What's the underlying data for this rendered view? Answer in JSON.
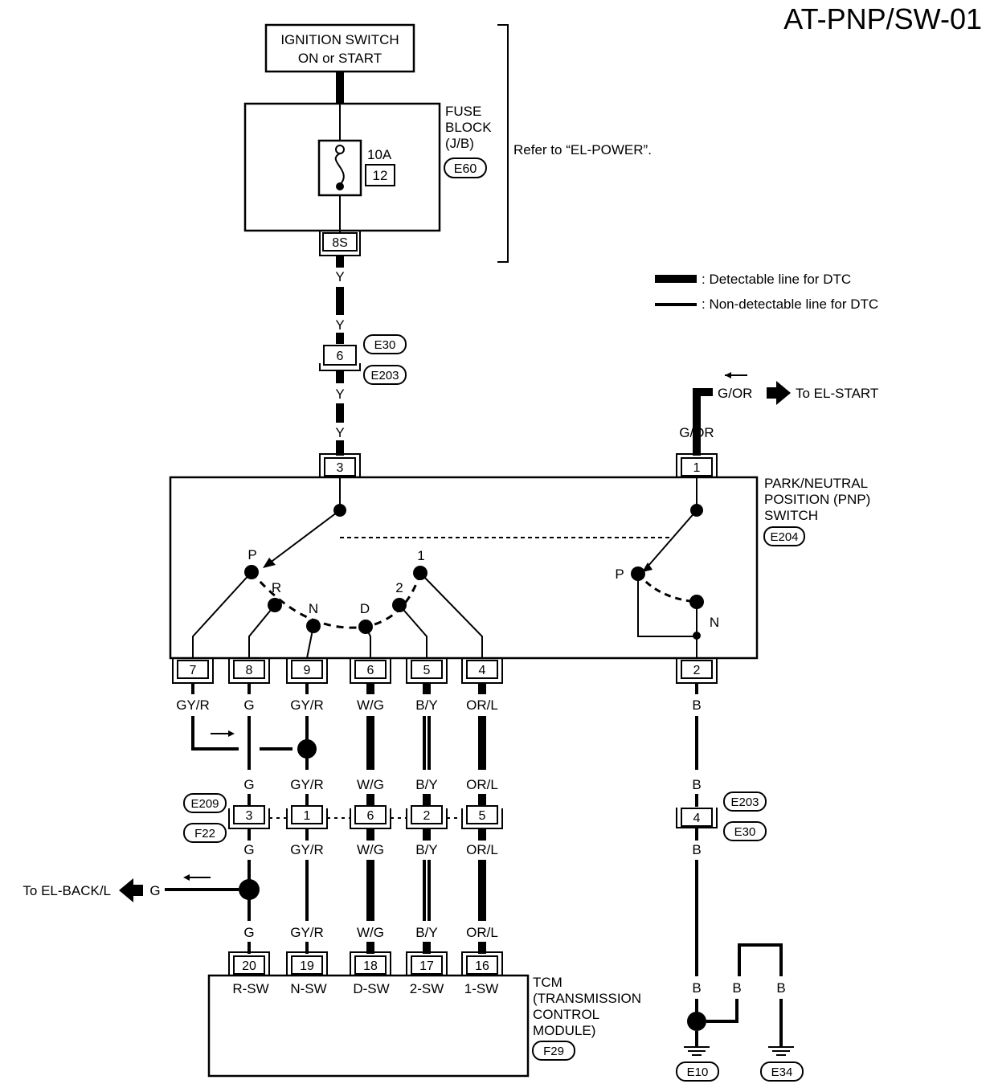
{
  "page_title": "AT-PNP/SW-01",
  "ignition": {
    "line1": "IGNITION SWITCH",
    "line2": "ON or START"
  },
  "fuse_block": {
    "line1": "FUSE",
    "line2": "BLOCK",
    "line3": "(J/B)",
    "connector": "E60",
    "fuse_rating": "10A",
    "fuse_number": "12",
    "terminal": "8S"
  },
  "refer_note": "Refer to “EL-POWER”.",
  "legend": {
    "detectable": ": Detectable line for DTC",
    "non_detectable": ": Non-detectable line for DTC"
  },
  "wire_colors": {
    "y": "Y",
    "gor": "G/OR",
    "gyr": "GY/R",
    "g": "G",
    "wg": "W/G",
    "by": "B/Y",
    "orl": "OR/L",
    "b": "B"
  },
  "joint_connectors": {
    "e30": "E30",
    "e203": "E203",
    "pin6": "6"
  },
  "to_el_start": {
    "wire": "G/OR",
    "label": "To EL-START"
  },
  "to_el_back": {
    "label": "To EL-BACK/L",
    "wire": "G"
  },
  "pnp_switch": {
    "line1": "PARK/NEUTRAL",
    "line2": "POSITION (PNP)",
    "line3": "SWITCH",
    "connector": "E204",
    "top_pins": [
      "3",
      "1"
    ],
    "bottom_pins": [
      "7",
      "8",
      "9",
      "6",
      "5",
      "4",
      "2"
    ],
    "positions": [
      "P",
      "R",
      "N",
      "D",
      "2",
      "1"
    ],
    "right_positions": [
      "P",
      "N"
    ]
  },
  "inline_connector": {
    "left_top": "E209",
    "left_bottom": "F22",
    "pins": [
      "3",
      "1",
      "6",
      "2",
      "5"
    ]
  },
  "ground_joint": {
    "top": "E203",
    "bottom": "E30",
    "pin": "4"
  },
  "tcm": {
    "pins": [
      "20",
      "19",
      "18",
      "17",
      "16"
    ],
    "terminals": [
      "R-SW",
      "N-SW",
      "D-SW",
      "2-SW",
      "1-SW"
    ],
    "line1": "TCM",
    "line2": "(TRANSMISSION",
    "line3": "CONTROL",
    "line4": "MODULE)",
    "connector": "F29"
  },
  "grounds": [
    "E10",
    "E34"
  ]
}
